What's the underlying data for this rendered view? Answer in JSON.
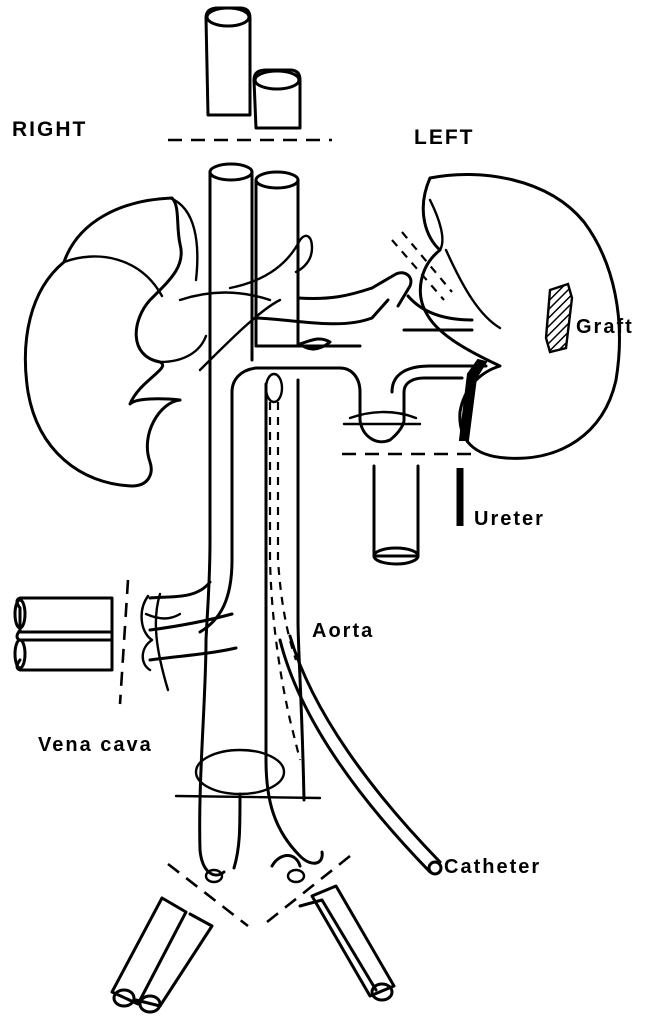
{
  "labels": {
    "right": "RIGHT",
    "left": "LEFT",
    "graft": "Graft",
    "ureter": "Ureter",
    "aorta": "Aorta",
    "vena_cava": "Vena cava",
    "catheter": "Catheter"
  },
  "colors": {
    "line": "#000000",
    "background": "#ffffff"
  }
}
